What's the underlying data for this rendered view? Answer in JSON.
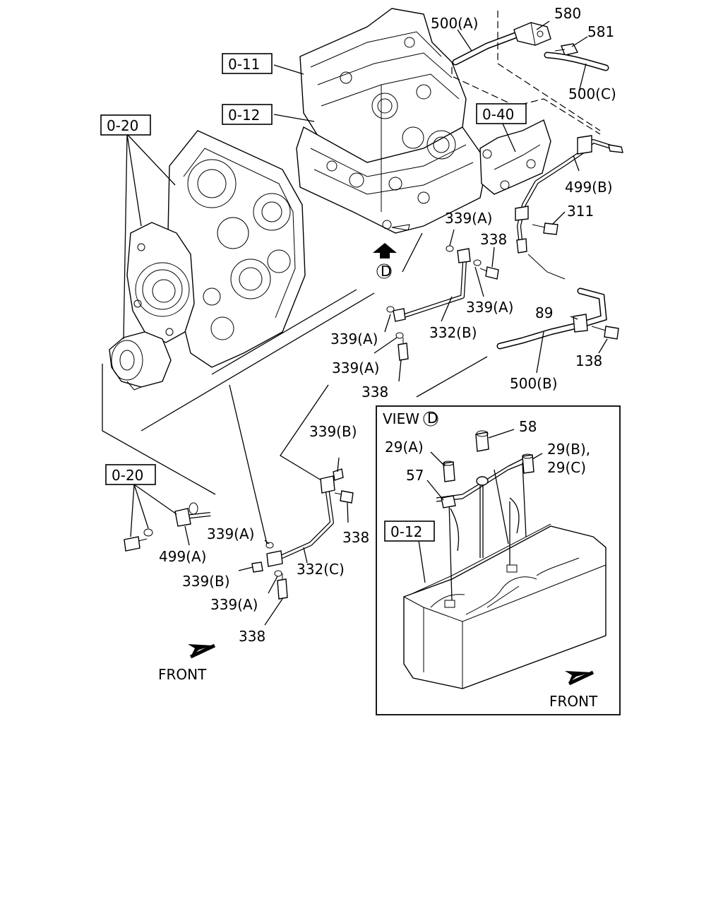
{
  "callouts": {
    "c500a": "500(A)",
    "c580": "580",
    "c581": "581",
    "c500c": "500(C)",
    "c011": "0-11",
    "c012_top": "0-12",
    "c040": "0-40",
    "c020_top": "0-20",
    "c499b": "499(B)",
    "c311": "311",
    "c339a_1": "339(A)",
    "c338_1": "338",
    "c339a_2": "339(A)",
    "c89": "89",
    "c138": "138",
    "c339a_3": "339(A)",
    "c332b": "332(B)",
    "c339a_4": "339(A)",
    "c338_2": "338",
    "c500b": "500(B)",
    "c339b_1": "339(B)",
    "c020_bottom": "0-20",
    "c338_3": "338",
    "c339a_5": "339(A)",
    "c499a": "499(A)",
    "c339b_2": "339(B)",
    "c332c": "332(C)",
    "c339a_6": "339(A)",
    "c338_4": "338",
    "c58": "58",
    "c29a": "29(A)",
    "c29bc_1": "29(B),",
    "c29bc_2": "29(C)",
    "c57": "57",
    "c012_inset": "0-12"
  },
  "view_marker": "D",
  "view_label": "VIEW",
  "front_left": "FRONT",
  "front_inset": "FRONT"
}
